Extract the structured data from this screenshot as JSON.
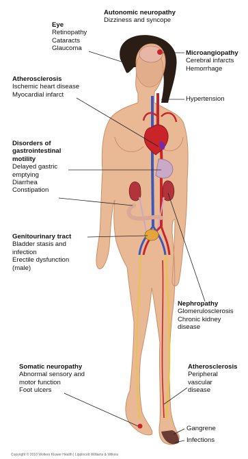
{
  "labels": {
    "autonomic": {
      "title": "Autonomic neuropathy",
      "lines": [
        "Dizziness and syncope"
      ]
    },
    "eye": {
      "title": "Eye",
      "lines": [
        "Retinopathy",
        "Cataracts",
        "Glaucoma"
      ]
    },
    "microangiopathy": {
      "title": "Microangiopathy",
      "lines": [
        "Cerebral infarcts",
        "Hemorrhage"
      ]
    },
    "atherosclerosis_top": {
      "title": "Atherosclerosis",
      "lines": [
        "Ischemic heart disease",
        "Myocardial infarct"
      ]
    },
    "hypertension": {
      "lines": [
        "Hypertension"
      ]
    },
    "gi": {
      "title_lines": [
        "Disorders of",
        "gastrointestinal",
        "motility"
      ],
      "lines": [
        "Delayed gastric",
        "emptying",
        "Diarrhea",
        "Constipation"
      ]
    },
    "genitourinary": {
      "title": "Genitourinary tract",
      "lines": [
        "Bladder stasis and",
        "infection",
        "Erectile dysfunction",
        "(male)"
      ]
    },
    "nephropathy": {
      "title": "Nephropathy",
      "lines": [
        "Glomerulosclerosis",
        "Chronic kidney",
        "disease"
      ]
    },
    "somatic": {
      "title": "Somatic neuropathy",
      "lines": [
        "Abnormal sensory and",
        "motor function",
        "Foot ulcers"
      ]
    },
    "atherosclerosis_bottom": {
      "title": "Atherosclerosis",
      "lines": [
        "Peripheral",
        "vascular",
        "disease"
      ]
    },
    "gangrene": {
      "lines": [
        "Gangrene"
      ]
    },
    "infections": {
      "lines": [
        "Infections"
      ]
    }
  },
  "copyright": "Copyright © 2010 Wolters Kluwer Health | Lippincott Williams & Wilkins",
  "colors": {
    "skin": "#e9b995",
    "skin_shadow": "#c98e69",
    "hair": "#2a1d16",
    "brain": "#e8b6a7",
    "artery": "#c8242a",
    "vein": "#3f57b8",
    "kidney": "#b2343a",
    "nerve": "#e9c24a",
    "leader": "#222222"
  }
}
